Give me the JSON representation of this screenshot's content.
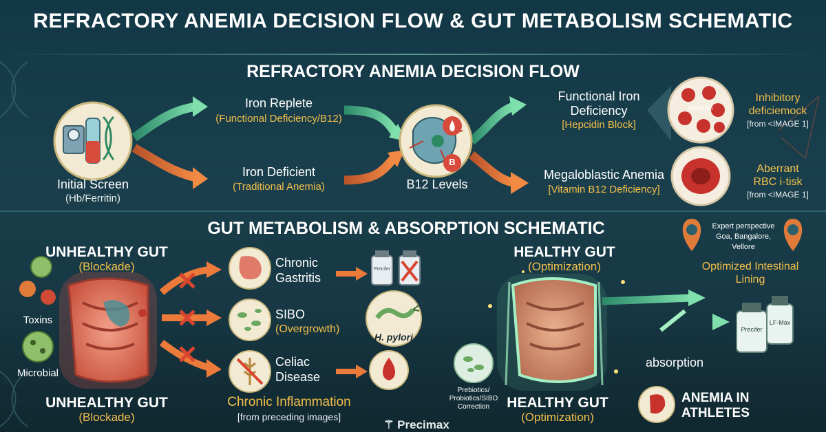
{
  "title": "REFRACTORY ANEMIA DECISION FLOW & GUT METABOLISM SCHEMATIC",
  "decision": {
    "heading": "REFRACTORY ANEMIA DECISION FLOW",
    "initial": {
      "label": "Initial Screen",
      "sub": "(Hb/Ferritin)"
    },
    "replete": {
      "label": "Iron Replete",
      "sub": "(Functional Deficiency/B12)"
    },
    "deficient": {
      "label": "Iron Deficient",
      "sub": "(Traditional Anemia)"
    },
    "b12": {
      "label": "B12 Levels",
      "badge": "B"
    },
    "functional": {
      "label_1": "Functional Iron",
      "label_2": "Deficiency",
      "sub": "[Hepcidin Block]",
      "icon_text": "Hepcidin"
    },
    "megaloblastic": {
      "label": "Megaloblastic Anemia",
      "sub": "[Vitamin B12 Deficiency]"
    },
    "inhibitory": {
      "line1": "Inhibitory",
      "line2": "deficiemock",
      "sub": "[from <IMAGE 1]"
    },
    "aberrant": {
      "line1": "Aberrant",
      "line2": "RBC i·tisk",
      "sub": "[from <IMAGE 1]"
    }
  },
  "gut": {
    "heading": "GUT METABOLISM & ABSORPTION SCHEMATIC",
    "unhealthy_top": {
      "label": "UNHEALTHY GUT",
      "sub": "(Blockade)"
    },
    "unhealthy_bottom": {
      "label": "UNHEALTHY GUT",
      "sub": "(Blockade)"
    },
    "toxins": "Toxins",
    "microbial": "Microbial",
    "gastritis": {
      "line1": "Chronic",
      "line2": "Gastritis"
    },
    "sibo": {
      "label": "SIBO",
      "sub": "(Overgrowth)"
    },
    "celiac": {
      "line1": "Celiac",
      "line2": "Disease"
    },
    "pill_label": "Precifer",
    "hpylori": "H. pylori",
    "inflammation": {
      "label": "Chronic Inflammation",
      "sub": "[from preceding images]"
    },
    "healthy_top": {
      "label": "HEALTHY GUT",
      "sub": "(Optimization)"
    },
    "healthy_bottom": {
      "label": "HEALTHY GUT",
      "sub": "(Optimization)"
    },
    "expert": {
      "line1": "Expert perspective",
      "line2": "Goa, Bangalore,",
      "line3": "Vellore"
    },
    "optimized": {
      "line1": "Optimized Intestinal",
      "line2": "Lining"
    },
    "bottle1": "Precifer",
    "bottle2": "LF-Max",
    "absorption": "absorption",
    "probiotics": {
      "line1": "Prebiotics/",
      "line2": "Probiotics/SIBO",
      "line3": "Correction"
    },
    "athletes": {
      "line1": "ANEMIA IN",
      "line2": "ATHLETES"
    }
  },
  "brand": "Precimax",
  "colors": {
    "green_arrow": "#5fc996",
    "orange_arrow": "#ec7a3a",
    "yellow": "#f3c04a",
    "red_x": "#d9452f"
  }
}
